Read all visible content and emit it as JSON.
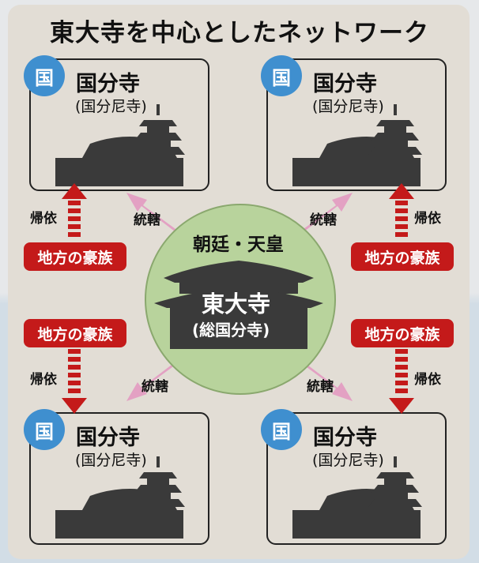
{
  "title": "東大寺を中心としたネットワーク",
  "center": {
    "top_label": "朝廷・天皇",
    "main_label": "東大寺",
    "sub_label": "(総国分寺)"
  },
  "nodes": [
    {
      "badge": "国",
      "title": "国分寺",
      "subtitle": "(国分尼寺)"
    },
    {
      "badge": "国",
      "title": "国分寺",
      "subtitle": "(国分尼寺)"
    },
    {
      "badge": "国",
      "title": "国分寺",
      "subtitle": "(国分尼寺)"
    },
    {
      "badge": "国",
      "title": "国分寺",
      "subtitle": "(国分尼寺)"
    }
  ],
  "gozoku_label": "地方の豪族",
  "kie_label": "帰依",
  "touhatsu_label": "統轄",
  "colors": {
    "badge": "#3f8fcf",
    "gozoku": "#c41a1a",
    "control_arrow": "#e3a1c3",
    "center_circle": "#b8d39c",
    "silhouette": "#3a3a3a"
  }
}
